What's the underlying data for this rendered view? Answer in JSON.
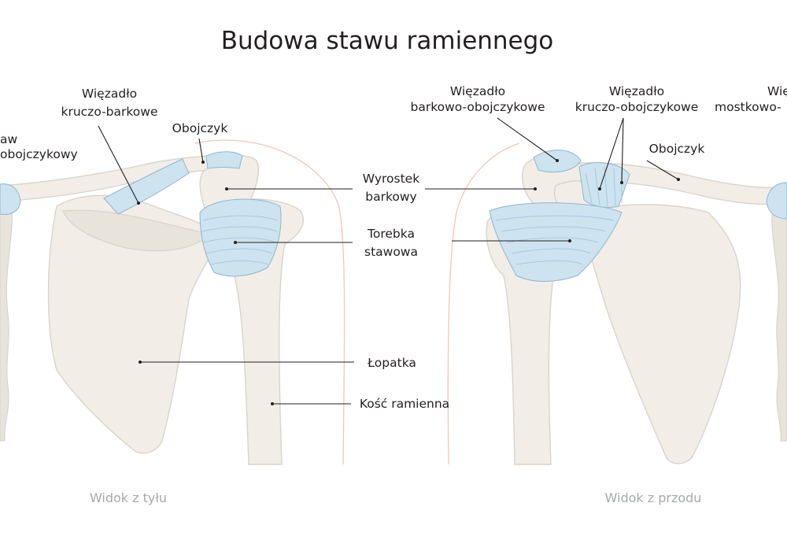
{
  "title": "Budowa stawu ramiennego",
  "labels": {
    "staw_line1": "aw",
    "staw_line2": "obojczykowy",
    "wiezadlo_kb_1": "Więzadło",
    "wiezadlo_kb_2": "kruczo-barkowe",
    "obojczyk_left": "Obojczyk",
    "wyrostek_1": "Wyrostek",
    "wyrostek_2": "barkowy",
    "torebka_1": "Torebka",
    "torebka_2": "stawowa",
    "lopatka": "Łopatka",
    "kosc": "Kość ramienna",
    "wiezadlo_bo_1": "Więzadło",
    "wiezadlo_bo_2": "barkowo-obojczykowe",
    "wiezadlo_ko_1": "Więzadło",
    "wiezadlo_ko_2": "kruczo-obojczykowe",
    "obojczyk_right": "Obojczyk",
    "wiezadlo_mo_1": "Wię",
    "wiezadlo_mo_2": "mostkowo-"
  },
  "views": {
    "back": "Widok z tyłu",
    "front": "Widok z przodu"
  },
  "colors": {
    "bone": "#f2eee7",
    "ligament": "#cde3ef",
    "skin_outline": "#f2c6bd",
    "view_caption": "#a7a9ac"
  }
}
